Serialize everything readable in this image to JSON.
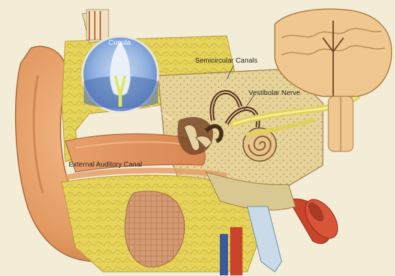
{
  "labels": {
    "cupula": "Cupula",
    "semicircular_canals": "Semicircular Canals",
    "vestibular_nerve": "Vestibular Nerve",
    "external_auditory_canal": "External Auditory Canal"
  },
  "colors": {
    "background": "#f3ecd6",
    "skin": "#e8a46c",
    "bone": "#e9d9a4",
    "fat": "#e6d35a",
    "brain": "#f0c78e",
    "artery": "#c9442a",
    "vein": "#3a5a9a",
    "magnifier": "#8fb0e0"
  }
}
